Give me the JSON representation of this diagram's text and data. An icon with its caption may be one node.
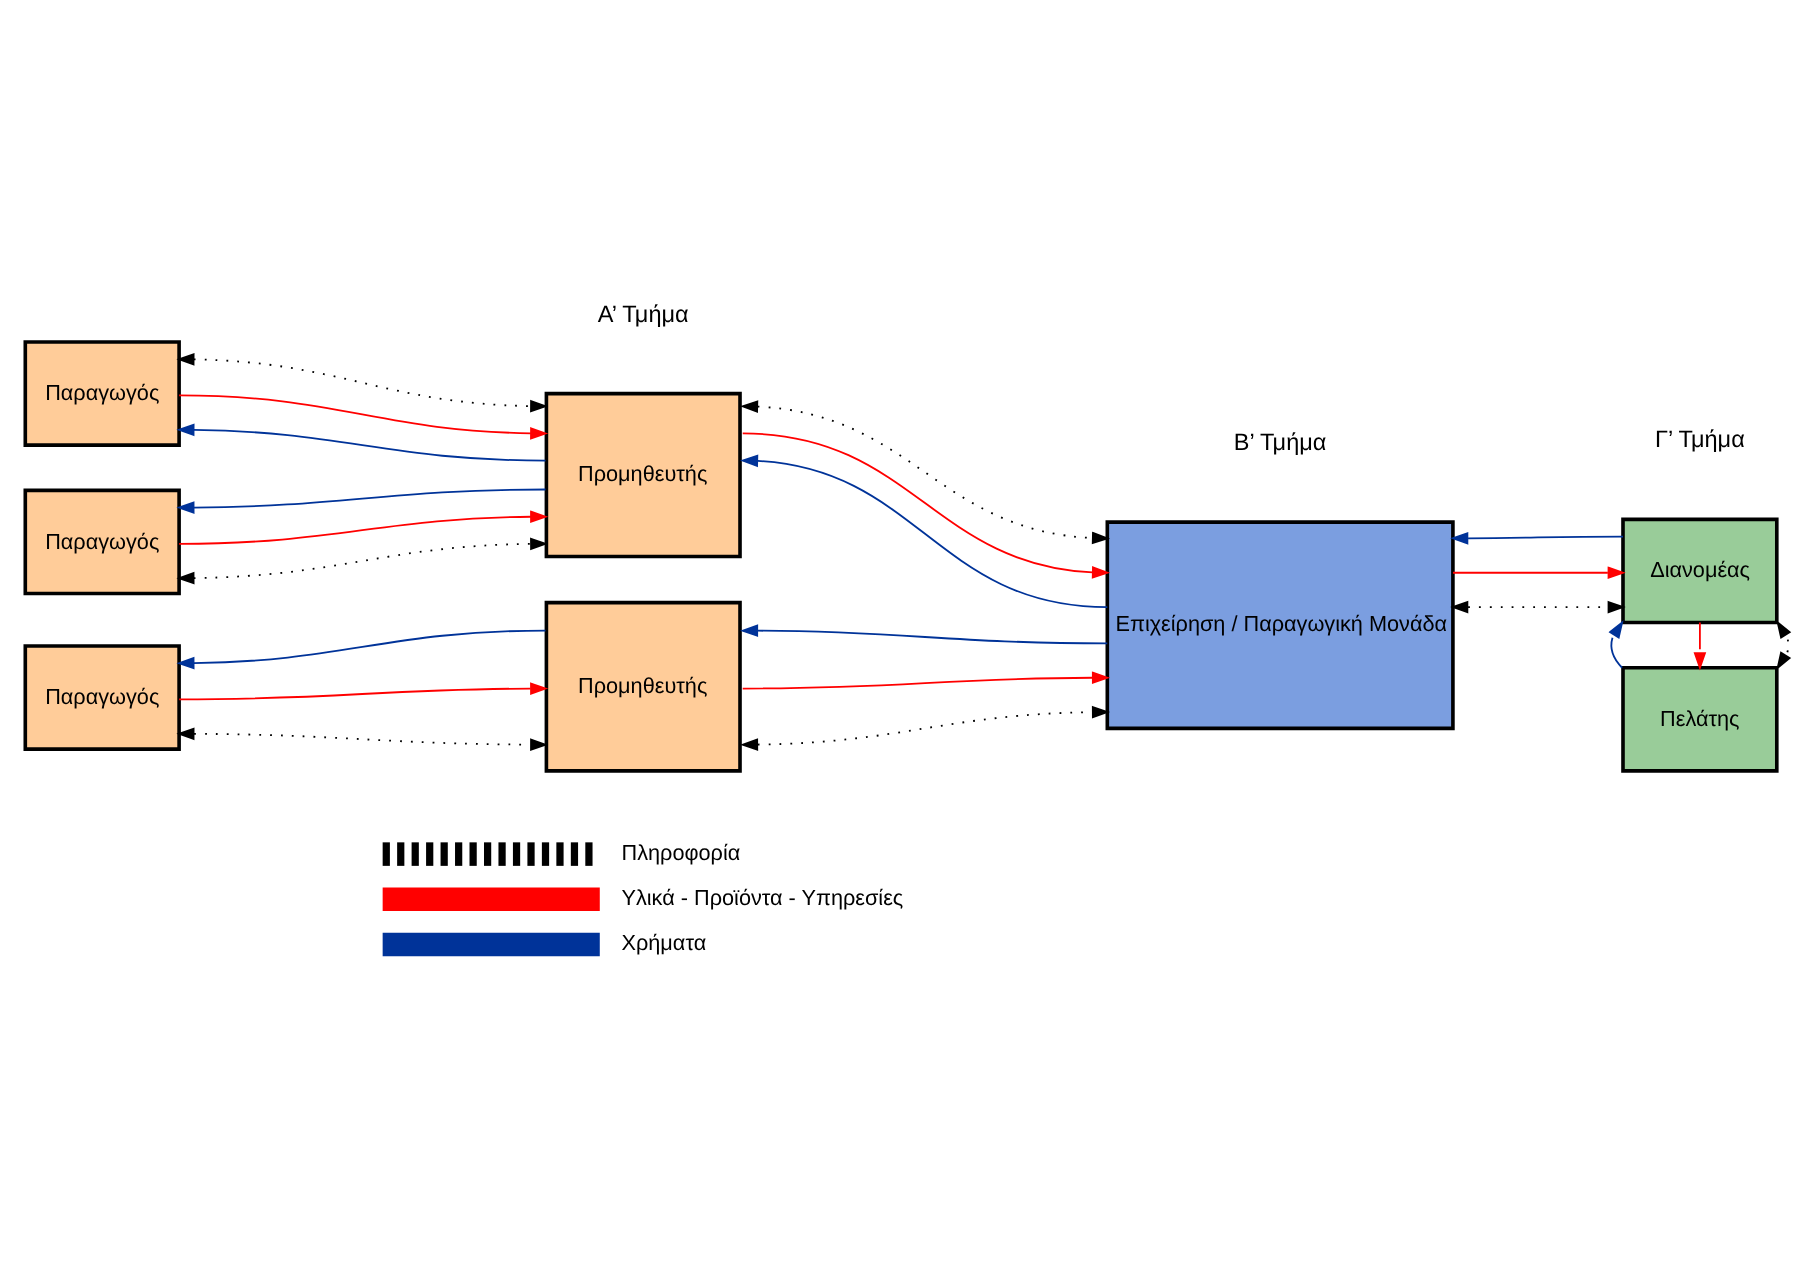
{
  "diagram": {
    "nodes": [
      {
        "text": [
          "Παραγωγός"
        ]
      },
      {
        "text": [
          "Παραγωγός"
        ]
      },
      {
        "text": [
          "Παραγωγός"
        ]
      },
      {
        "text": [
          "Προμηθευτής"
        ]
      },
      {
        "text": [
          "Προμηθευτής"
        ]
      },
      {
        "text": [
          "Επιχείρηση / Παραγωγική Μονάδα"
        ]
      },
      {
        "text": [
          "Διανομέας"
        ]
      },
      {
        "text": [
          "Πελάτης"
        ]
      }
    ],
    "edges": [
      {
        "from": 0,
        "to": 3,
        "arrow": "both",
        "style": "dashed",
        "color": "#000000"
      },
      {
        "from": 0,
        "to": 3,
        "arrow": "to",
        "color": "#ff0000"
      },
      {
        "from": 3,
        "to": 0,
        "arrow": "to",
        "color": "#003399"
      },
      {
        "from": 3,
        "to": 1,
        "arrow": "to",
        "color": "#003399"
      },
      {
        "from": 1,
        "to": 3,
        "arrow": "to",
        "color": "#ff0000"
      },
      {
        "from": 1,
        "to": 3,
        "arrow": "both",
        "style": "dashed",
        "color": "#000000"
      },
      {
        "from": 4,
        "to": 2,
        "arrow": "to",
        "color": "#003399"
      },
      {
        "from": 2,
        "to": 4,
        "arrow": "to",
        "color": "#ff0000"
      },
      {
        "from": 2,
        "to": 4,
        "arrow": "both",
        "style": "dashed",
        "color": "#000000"
      },
      {
        "from": 3,
        "to": 5,
        "arrow": "both",
        "style": "dashed",
        "color": "#000000"
      },
      {
        "from": 3,
        "to": 5,
        "arrow": "to",
        "color": "#ff0000"
      },
      {
        "from": 5,
        "to": 3,
        "arrow": "to",
        "color": "#003399"
      },
      {
        "from": 5,
        "to": 4,
        "arrow": "to",
        "color": "#003399"
      },
      {
        "from": 4,
        "to": 5,
        "arrow": "to",
        "color": "#ff0000"
      },
      {
        "from": 4,
        "to": 5,
        "arrow": "both",
        "style": "dashed",
        "color": "#000000"
      },
      {
        "from": 6,
        "to": 5,
        "arrow": "to",
        "color": "#003399"
      },
      {
        "from": 5,
        "to": 6,
        "arrow": "to",
        "color": "#ff0000"
      },
      {
        "from": 5,
        "to": 6,
        "arrow": "both",
        "style": "dashed",
        "color": "#000000"
      },
      {
        "from": 7,
        "to": 6,
        "arrow": "to",
        "color": "#003399"
      },
      {
        "from": 6,
        "to": 7,
        "arrow": "to",
        "color": "#ff0000"
      },
      {
        "from": 6,
        "to": 7,
        "arrow": "both",
        "style": "dashed",
        "color": "#000000"
      }
    ],
    "labels": [
      "Α’ Τμήμα",
      "Β’ Τμήμα",
      "Γ’ Τμήμα"
    ],
    "legend": [
      {
        "text": "Πληροφορία"
      },
      {
        "text": "Υλικά - Προϊόντα - Υπηρεσίες"
      },
      {
        "text": "Χρήματα"
      }
    ]
  }
}
